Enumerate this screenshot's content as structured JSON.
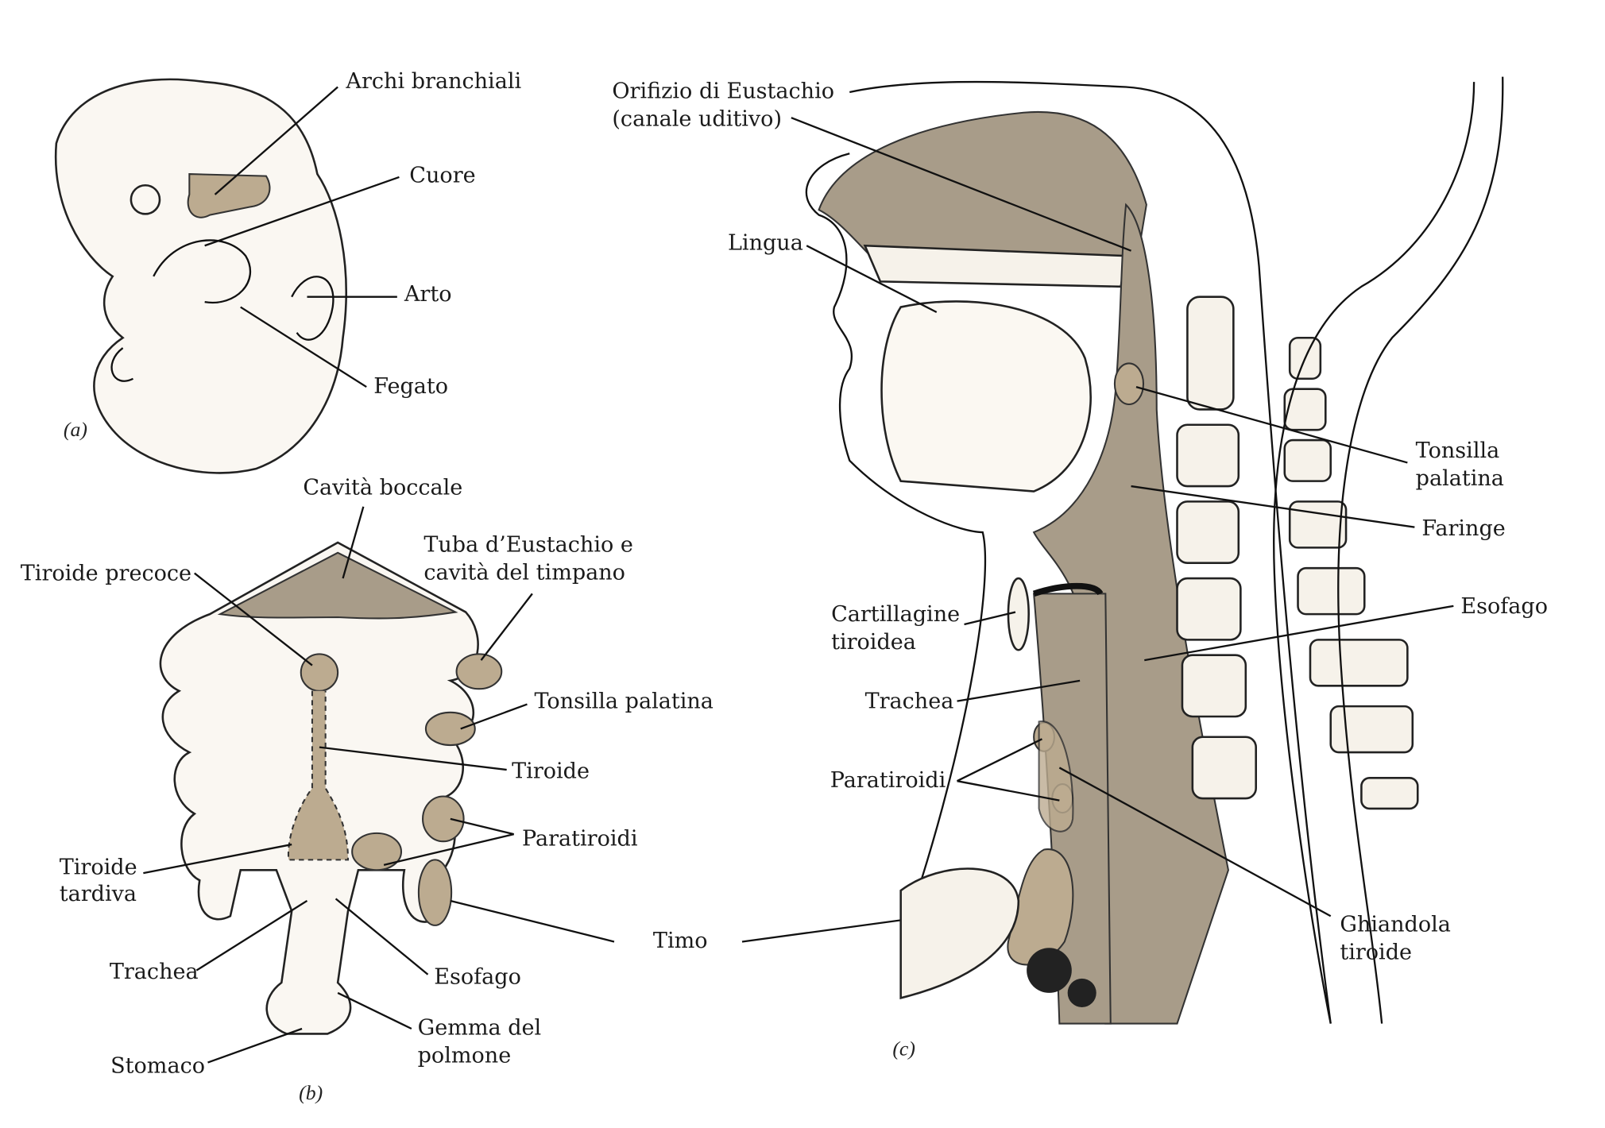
{
  "panel_a": {
    "tag": "(a)",
    "labels": {
      "archi": "Archi branchiali",
      "cuore": "Cuore",
      "arto": "Arto",
      "fegato": "Fegato"
    }
  },
  "panel_b": {
    "tag": "(b)",
    "labels": {
      "cavita": "Cavità boccale",
      "tuba_1": "Tuba d’Eustachio e",
      "tuba_2": "cavità del timpano",
      "tiroide_precoce": "Tiroide precoce",
      "tonsilla": "Tonsilla palatina",
      "tiroide": "Tiroide",
      "paratiroidi": "Paratiroidi",
      "tardiva_1": "Tiroide",
      "tardiva_2": "tardiva",
      "trachea": "Trachea",
      "esofago": "Esofago",
      "gemma_1": "Gemma del",
      "gemma_2": "polmone",
      "stomaco": "Stomaco",
      "timo": "Timo"
    }
  },
  "panel_c": {
    "tag": "(c)",
    "labels": {
      "orifizio_1": "Orifizio di Eustachio",
      "orifizio_2": "(canale uditivo)",
      "lingua": "Lingua",
      "tonsilla_1": "Tonsilla",
      "tonsilla_2": "palatina",
      "faringe": "Faringe",
      "esofago": "Esofago",
      "cart_1": "Cartillagine",
      "cart_2": "tiroidea",
      "trachea": "Trachea",
      "paratiroidi": "Paratiroidi",
      "ghiandola_1": "Ghiandola",
      "ghiandola_2": "tiroide"
    }
  }
}
